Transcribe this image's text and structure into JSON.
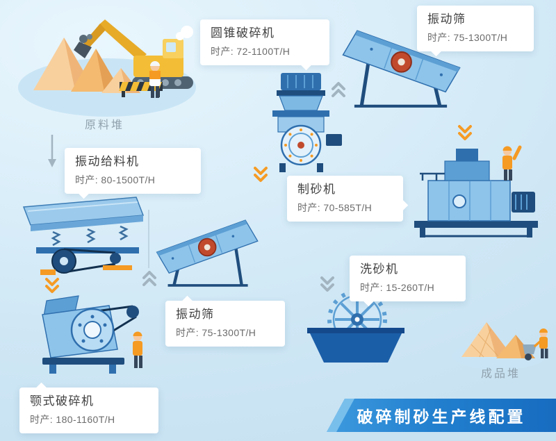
{
  "banner": {
    "title": "破碎制砂生产线配置"
  },
  "piles": {
    "raw": "原料堆",
    "finished": "成品堆"
  },
  "cards": {
    "cone_crusher": {
      "title": "圆锥破碎机",
      "capacity": "时产: 72-1100T/H"
    },
    "screen_top": {
      "title": "振动筛",
      "capacity": "时产: 75-1300T/H"
    },
    "feeder": {
      "title": "振动给料机",
      "capacity": "时产: 80-1500T/H"
    },
    "sand_maker": {
      "title": "制砂机",
      "capacity": "时产: 70-585T/H"
    },
    "screen_mid": {
      "title": "振动筛",
      "capacity": "时产: 75-1300T/H"
    },
    "sand_washer": {
      "title": "洗砂机",
      "capacity": "时产: 15-260T/H"
    },
    "jaw_crusher": {
      "title": "颚式破碎机",
      "capacity": "时产: 180-1160T/H"
    }
  },
  "colors": {
    "background": "#d9ecf8",
    "machine_blue": "#2f6fae",
    "machine_light_blue": "#8ec4ea",
    "accent_orange": "#f59a23",
    "arrow_gray": "#a2b4c0",
    "banner_blue": "#1a6fc4",
    "card_text": "#404040",
    "card_subtext": "#6b6b6b",
    "pile_sand": "#f4ba70"
  }
}
